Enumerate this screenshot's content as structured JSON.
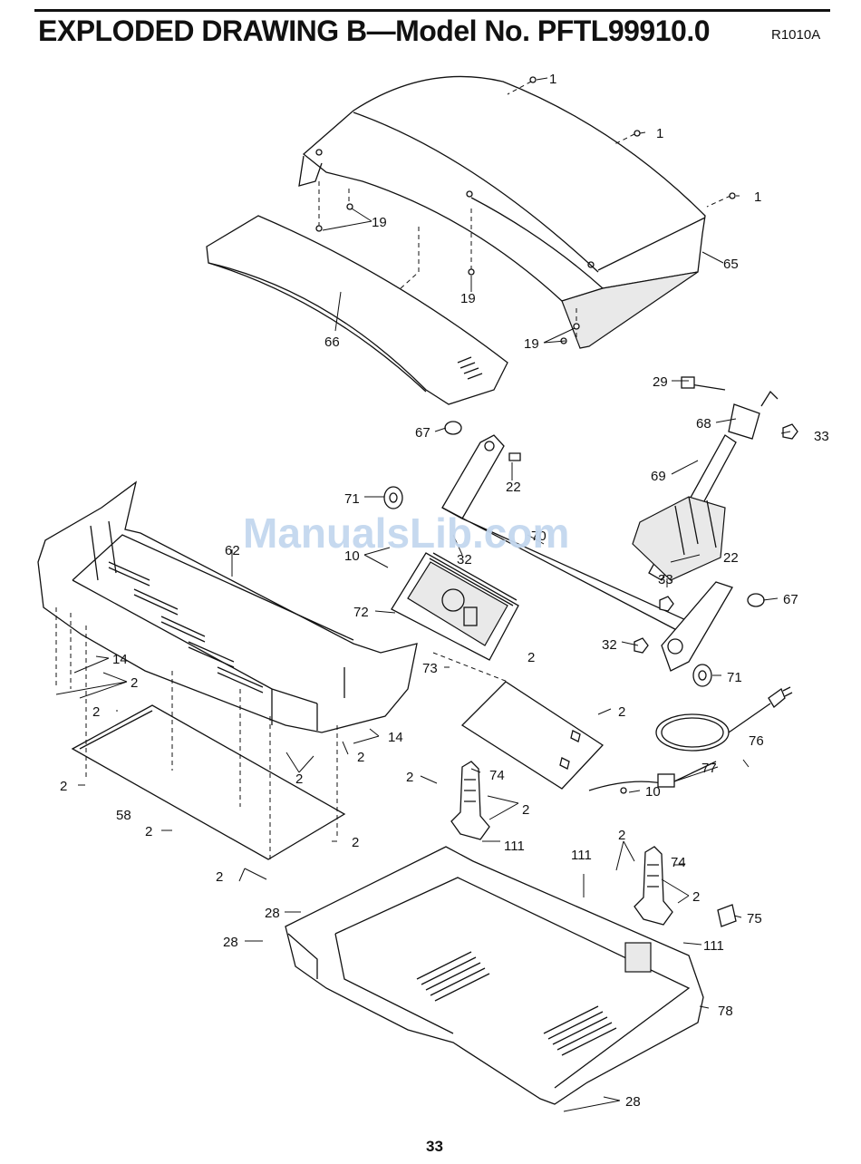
{
  "header": {
    "title": "EXPLODED DRAWING B—Model No. PFTL99910.0",
    "code": "R1010A"
  },
  "watermark": "ManualsLib.com",
  "page_number": "33",
  "callouts": {
    "c1a": "1",
    "c1b": "1",
    "c1c": "1",
    "c19a": "19",
    "c19b": "19",
    "c19c": "19",
    "c65": "65",
    "c66": "66",
    "c29": "29",
    "c68": "68",
    "c33a": "33",
    "c67a": "67",
    "c22a": "22",
    "c69": "69",
    "c71a": "71",
    "c62": "62",
    "c10a": "10",
    "c32a": "32",
    "c70": "70",
    "c22b": "22",
    "c33b": "33",
    "c67b": "67",
    "c72": "72",
    "c14a": "14",
    "c2a": "2",
    "c2b": "2",
    "c2c": "2",
    "c32b": "32",
    "c71b": "71",
    "c73": "73",
    "c2d": "2",
    "c76": "76",
    "c14b": "14",
    "c2e": "2",
    "c2f": "2",
    "c2g": "2",
    "c74a": "74",
    "c77": "77",
    "c2h": "2",
    "c58": "58",
    "c10b": "10",
    "c2i": "2",
    "c2j": "2",
    "c111a": "111",
    "c111b": "111",
    "c2k": "2",
    "c74b": "74",
    "c2l": "2",
    "c2m": "2",
    "c28a": "28",
    "c75": "75",
    "c28b": "28",
    "c111c": "111",
    "c78": "78",
    "c28c": "28"
  }
}
